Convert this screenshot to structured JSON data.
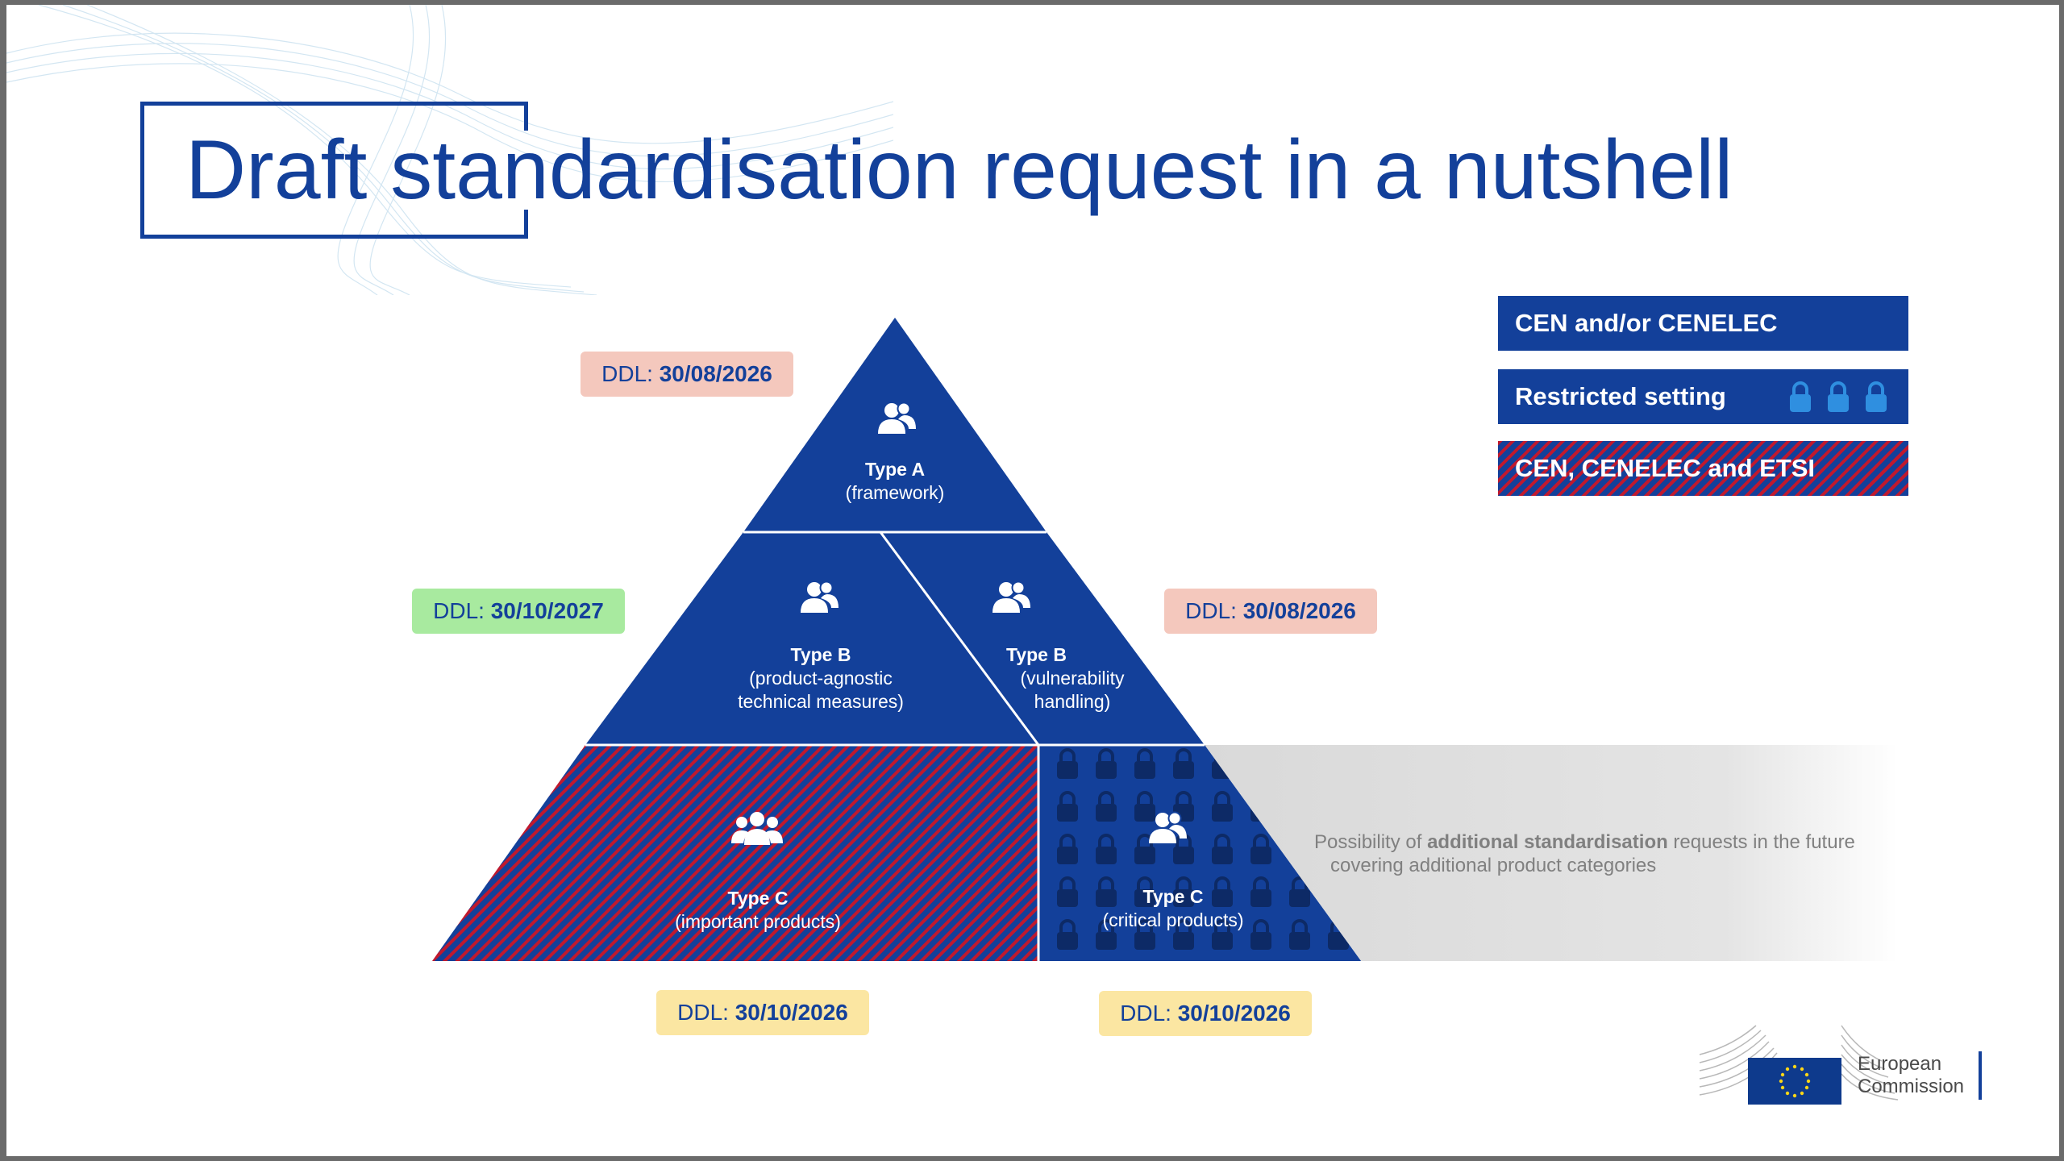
{
  "title": "Draft standardisation request in a nutshell",
  "colors": {
    "brand_blue": "#13409a",
    "stripe_red": "#c0192e",
    "ddl_salmon": "#f4c8bd",
    "ddl_green": "#a8ea9f",
    "ddl_yellow": "#fbe6a2",
    "future_grey": "#d9d9d9"
  },
  "pyramid": {
    "type_a": {
      "name": "Type A",
      "sub": "(framework)",
      "icon": "people-icon"
    },
    "type_b_left": {
      "name": "Type B",
      "sub": "(product-agnostic\ntechnical measures)",
      "icon": "people-icon"
    },
    "type_b_right": {
      "name": "Type B",
      "sub": "(vulnerability\nhandling)",
      "icon": "people-icon"
    },
    "type_c_left": {
      "name": "Type C",
      "sub": "(important products)",
      "icon": "group-icon"
    },
    "type_c_right": {
      "name": "Type C",
      "sub": "(critical products)",
      "icon": "people-icon"
    }
  },
  "deadlines": {
    "prefix": "DDL:",
    "type_a": "30/08/2026",
    "type_b_left": "30/10/2027",
    "type_b_right": "30/08/2026",
    "type_c_left": "30/10/2026",
    "type_c_right": "30/10/2026"
  },
  "future": {
    "line1_pre": "Possibility of ",
    "line1_bold": "additional standardisation",
    "line1_post": " requests in the future",
    "line2": "covering additional product categories"
  },
  "legend": {
    "cen": "CEN and/or CENELEC",
    "restricted": "Restricted setting",
    "all": "CEN, CENELEC and ETSI",
    "restricted_icon": "padlock-icon"
  },
  "logo": {
    "line1": "European",
    "line2": "Commission"
  }
}
